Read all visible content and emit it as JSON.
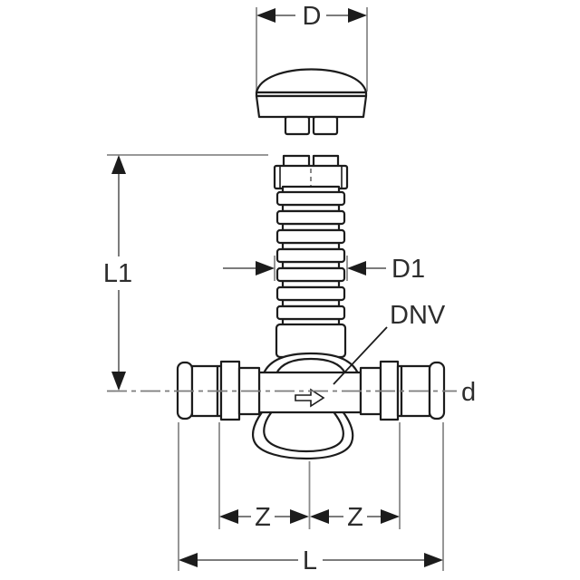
{
  "title": "Valve dimensional drawing",
  "colors": {
    "background": "#ffffff",
    "part_outline": "#1c1c1c",
    "dimension_lines": "#7c7c7c",
    "label_text": "#2d2d2d"
  },
  "labels": {
    "cap_diameter": "D",
    "spindle_diameter": "D1",
    "valve_nominal_diameter": "DNV",
    "height_to_axis": "L1",
    "pipe_outer_diameter": "d",
    "z_left": "Z",
    "z_right": "Z",
    "overall_length": "L"
  }
}
